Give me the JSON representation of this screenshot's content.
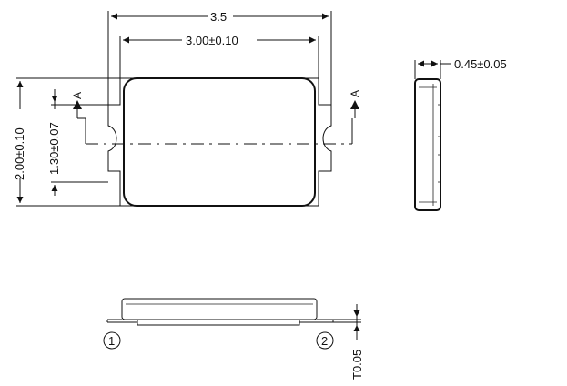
{
  "dimensions": {
    "overall_length": "3.5",
    "body_length": "3.00±0.10",
    "thickness": "0.45±0.05",
    "overall_width": "2.00±0.10",
    "pad_width": "1.30±0.07",
    "terminal_thickness": "T0.05"
  },
  "section_marks": {
    "left": "A",
    "right": "A"
  },
  "pin_labels": {
    "pin1": "1",
    "pin2": "2"
  }
}
